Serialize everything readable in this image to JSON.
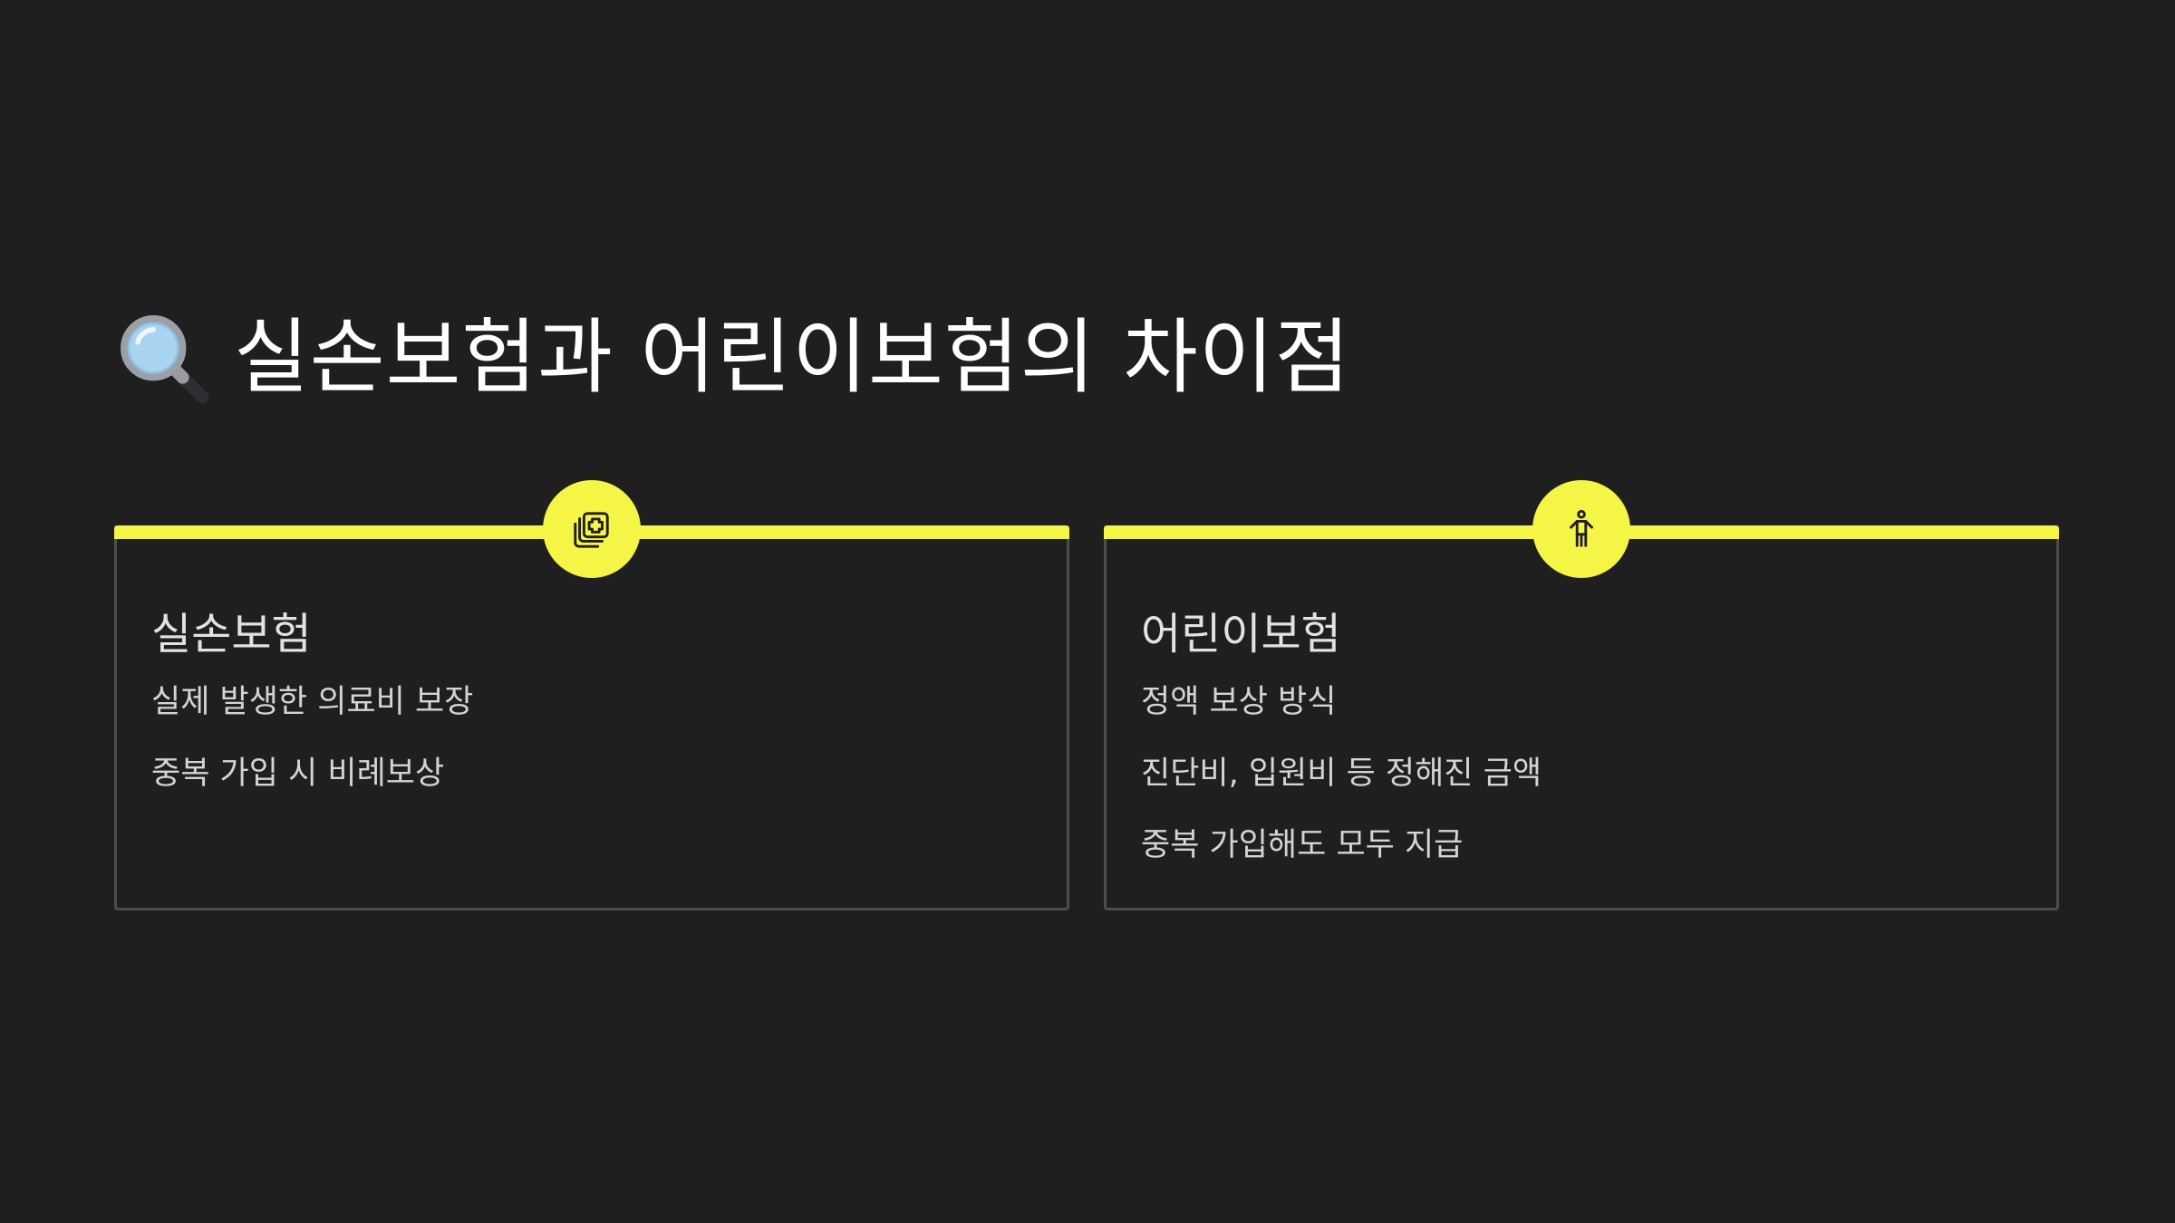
{
  "title": {
    "icon": "magnifying-glass-icon",
    "text": "실손보험과 어린이보험의 차이점"
  },
  "colors": {
    "background": "#1f1f1f",
    "accent": "#f5f545",
    "card_border": "#4d4d4d"
  },
  "cards": [
    {
      "icon": "medical-records-plus-icon",
      "heading": "실손보험",
      "items": [
        "실제 발생한 의료비 보장",
        "중복 가입 시 비례보상"
      ]
    },
    {
      "icon": "child-person-icon",
      "heading": "어린이보험",
      "items": [
        "정액 보상 방식",
        "진단비, 입원비 등 정해진 금액",
        "중복 가입해도 모두 지급"
      ]
    }
  ]
}
